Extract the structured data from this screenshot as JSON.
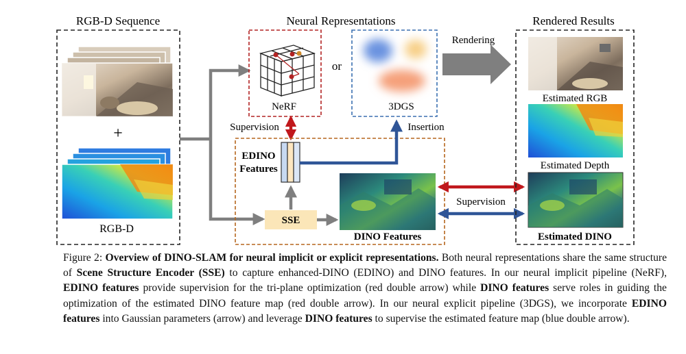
{
  "figure": {
    "headings": {
      "rgbd_sequence": "RGB-D Sequence",
      "neural_representations": "Neural Representations",
      "rendered_results": "Rendered Results"
    },
    "labels": {
      "plus": "+",
      "rgbd": "RGB-D",
      "nerf": "NeRF",
      "or": "or",
      "gs3d": "3DGS",
      "rendering": "Rendering",
      "supervision_top": "Supervision",
      "insertion": "Insertion",
      "edino_line1": "EDINO",
      "edino_line2": "Features",
      "sse": "SSE",
      "dino_features": "DINO Features",
      "supervision_right": "Supervision",
      "estimated_rgb": "Estimated RGB",
      "estimated_depth": "Estimated Depth",
      "estimated_dino": "Estimated DINO"
    },
    "colors": {
      "nerf_box": "#b22222",
      "gs_box": "#3a6fb0",
      "encoder_box": "#b5651d",
      "red_arrow": "#c0181c",
      "blue_arrow": "#2f5597",
      "gray_arrow": "#7f7f7f",
      "sse_fill": "#fbe6b8"
    }
  },
  "caption": {
    "fig_label": "Figure 2:",
    "title": "Overview of DINO-SLAM for neural implicit or explicit representations.",
    "t1": "Both neural representations share the same structure of",
    "sse_bold": "Scene Structure Encoder (SSE)",
    "t2": "to capture enhanced-DINO (EDINO) and DINO features. In our neural implicit pipeline (NeRF),",
    "edino_bold_1": "EDINO features",
    "t3": "provide supervision for the tri-plane optimization (red double arrow) while",
    "dino_bold_1": "DINO features",
    "t4": "serve roles in guiding the optimization of the estimated DINO feature map (red double arrow). In our neural explicit pipeline (3DGS), we incorporate",
    "edino_bold_2": "EDINO features",
    "t5": "into Gaussian parameters (arrow) and leverage",
    "dino_bold_2": "DINO features",
    "t6": "to supervise the estimated feature map (blue double arrow)."
  }
}
